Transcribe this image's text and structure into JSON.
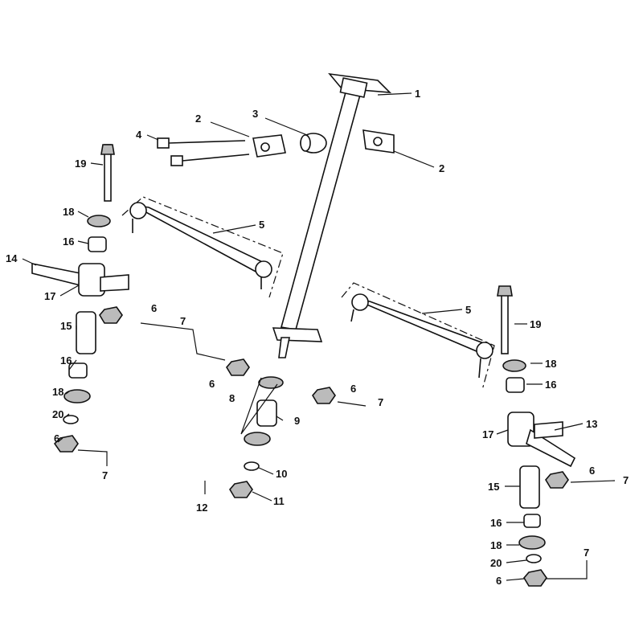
{
  "title": "Steering assembly exploded parts diagram",
  "callouts": [
    "1",
    "2",
    "3",
    "4",
    "2",
    "19",
    "18",
    "16",
    "14",
    "17",
    "5",
    "6",
    "7",
    "15",
    "16",
    "18",
    "20",
    "6",
    "7",
    "6",
    "8",
    "9",
    "10",
    "11",
    "12",
    "6",
    "7",
    "5",
    "19",
    "18",
    "16",
    "13",
    "17",
    "6",
    "7",
    "15",
    "16",
    "18",
    "20",
    "6",
    "7"
  ]
}
